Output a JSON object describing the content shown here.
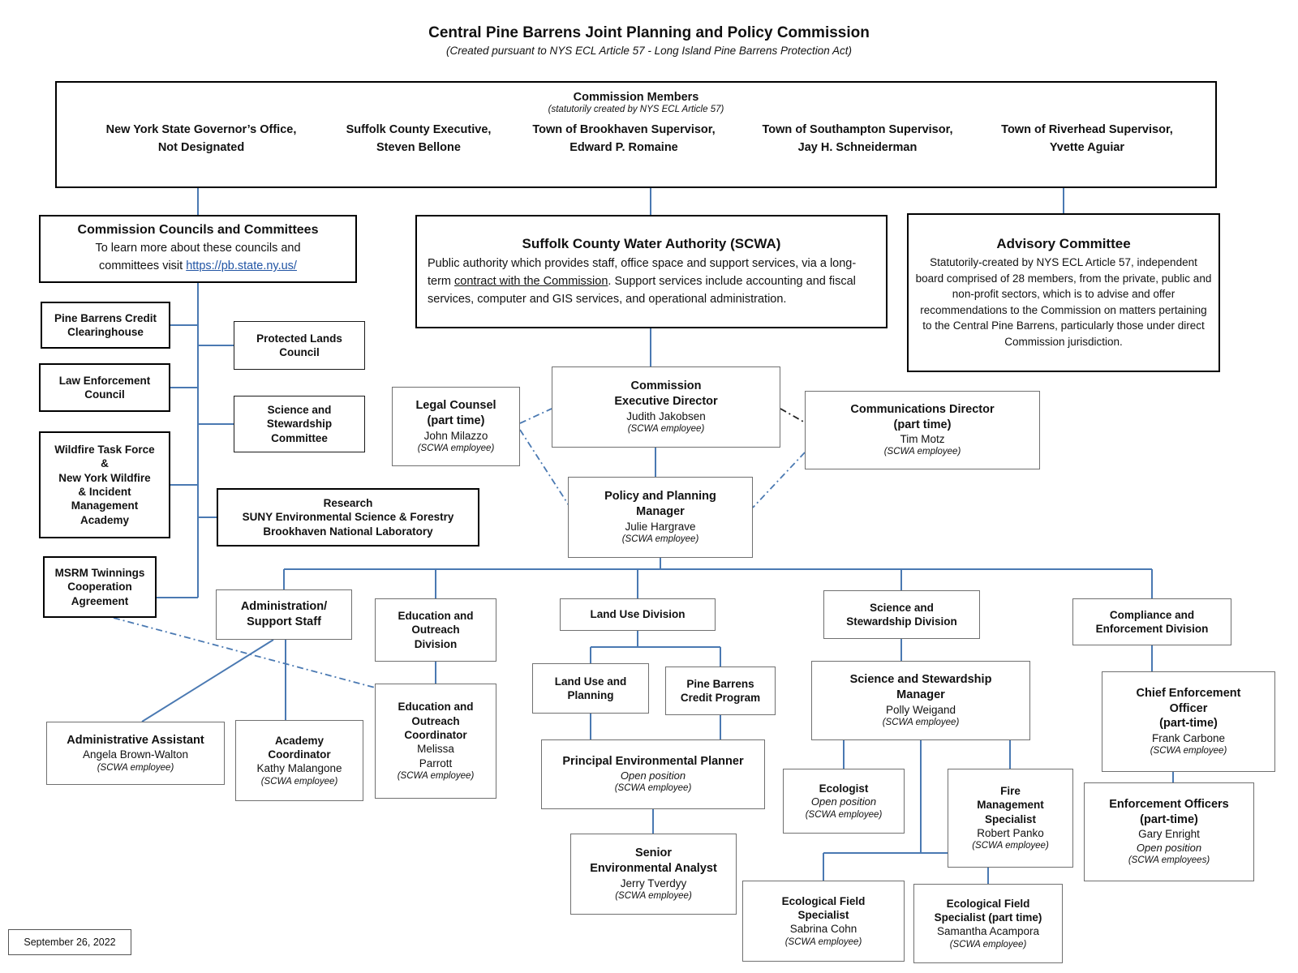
{
  "header": {
    "title": "Central Pine Barrens Joint Planning and Policy Commission",
    "subtitle": "(Created pursuant to NYS ECL Article 57 - Long Island Pine Barrens Protection Act)"
  },
  "members": {
    "title": "Commission Members",
    "subtitle": "(statutorily created by NYS ECL Article 57)",
    "list": [
      {
        "l1": "New York State Governor’s Office,",
        "l2": "Not Designated"
      },
      {
        "l1": "Suffolk County Executive,",
        "l2": "Steven Bellone"
      },
      {
        "l1": "Town of Brookhaven Supervisor,",
        "l2": "Edward P. Romaine"
      },
      {
        "l1": "Town of Southampton Supervisor,",
        "l2": "Jay H. Schneiderman"
      },
      {
        "l1": "Town of Riverhead Supervisor,",
        "l2": "Yvette Aguiar"
      }
    ]
  },
  "councils": {
    "title": "Commission Councils and Committees",
    "line1": "To learn more about these councils and",
    "line2_prefix": "committees visit ",
    "link_text": "https://pb.state.ny.us/"
  },
  "scwa": {
    "title": "Suffolk County Water Authority (SCWA)",
    "body1": "Public authority which provides staff, office space and support services, via a long-term ",
    "underlined": "contract with the Commission",
    "body2": ".  Support services include accounting and fiscal services, computer and GIS services, and operational administration."
  },
  "advisory": {
    "title": "Advisory Committee",
    "body": "Statutorily-created by NYS ECL Article 57, independent board comprised of 28 members, from the private, public and non-profit sectors, which is to advise and offer recommendations to the Commission on matters pertaining to the Central Pine Barrens, particularly those under direct Commission jurisdiction."
  },
  "boxes": {
    "pbcc": {
      "title": "Pine Barrens Credit\nClearinghouse"
    },
    "lec": {
      "title": "Law Enforcement\nCouncil"
    },
    "wildfire": {
      "title": "Wildfire Task Force\n&\nNew York Wildfire\n& Incident\nManagement\nAcademy"
    },
    "msrm": {
      "title": "MSRM Twinnings\nCooperation\nAgreement"
    },
    "plc": {
      "title": "Protected Lands\nCouncil"
    },
    "ssc": {
      "title": "Science and\nStewardship\nCommittee"
    },
    "research": {
      "title": "Research\nSUNY Environmental Science & Forestry\nBrookhaven National Laboratory"
    },
    "legal": {
      "title": "Legal Counsel\n(part time)",
      "name": "John Milazzo",
      "note": "(SCWA employee)"
    },
    "exec": {
      "title": "Commission\nExecutive Director",
      "name": "Judith Jakobsen",
      "note": "(SCWA employee)"
    },
    "comms": {
      "title": "Communications Director\n(part time)",
      "name": "Tim Motz",
      "note": "(SCWA employee)"
    },
    "ppm": {
      "title": "Policy and Planning\nManager",
      "name": "Julie Hargrave",
      "note": "(SCWA employee)"
    },
    "admin_div": {
      "title": "Administration/\nSupport Staff"
    },
    "edu_div": {
      "title": "Education and\nOutreach\nDivision"
    },
    "land_div": {
      "title": "Land Use Division"
    },
    "ss_div": {
      "title": "Science and\nStewardship Division"
    },
    "ce_div": {
      "title": "Compliance and\nEnforcement Division"
    },
    "admin_asst": {
      "title": "Administrative Assistant",
      "name": "Angela Brown-Walton",
      "note": "(SCWA employee)"
    },
    "academy": {
      "title": "Academy\nCoordinator",
      "name": "Kathy Malangone",
      "note": "(SCWA employee)"
    },
    "edu_coord": {
      "title": "Education and\nOutreach\nCoordinator",
      "name": "Melissa\nParrott",
      "note": "(SCWA employee)"
    },
    "lup": {
      "title": "Land Use and\nPlanning"
    },
    "pbcp": {
      "title": "Pine Barrens\nCredit Program"
    },
    "pep": {
      "title": "Principal Environmental Planner",
      "open": "Open position",
      "note": "(SCWA employee)"
    },
    "sea": {
      "title": "Senior\nEnvironmental Analyst",
      "name": "Jerry Tverdyy",
      "note": "(SCWA employee)"
    },
    "ssm": {
      "title": "Science and Stewardship\nManager",
      "name": "Polly Weigand",
      "note": "(SCWA employee)"
    },
    "ecologist": {
      "title": "Ecologist",
      "open": "Open position",
      "note": "(SCWA employee)"
    },
    "fms": {
      "title": "Fire\nManagement\nSpecialist",
      "name": "Robert Panko",
      "note": "(SCWA employee)"
    },
    "efs": {
      "title": "Ecological Field\nSpecialist",
      "name": "Sabrina Cohn",
      "note": "(SCWA employee)"
    },
    "efs_pt": {
      "title": "Ecological Field\nSpecialist (part time)",
      "name": "Samantha Acampora",
      "note": "(SCWA employee)"
    },
    "ceo": {
      "title": "Chief Enforcement\nOfficer\n(part-time)",
      "name": "Frank Carbone",
      "note": "(SCWA employee)"
    },
    "eo": {
      "title": "Enforcement Officers\n(part-time)",
      "name": "Gary Enright",
      "open": "Open position",
      "note": "(SCWA employees)"
    }
  },
  "footer": {
    "date": "September 26, 2022"
  },
  "colors": {
    "line_blue": "#4a79b2",
    "link_blue": "#2255a4"
  }
}
